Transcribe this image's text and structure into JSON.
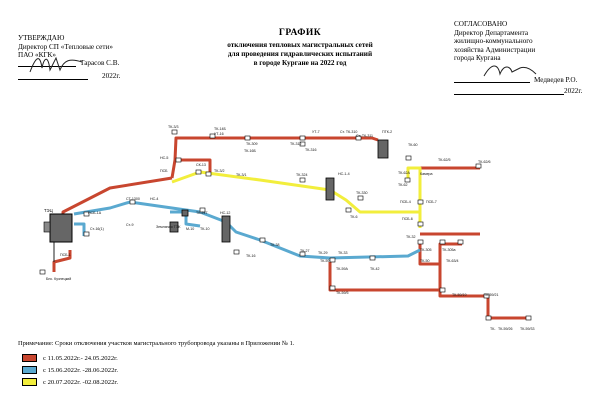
{
  "header_left": {
    "line1": "УТВЕРЖДАЮ",
    "line2": "Директор СП «Тепловые сети»",
    "line3": "ПАО «КГК»",
    "signer": "Тарасов С.В.",
    "year": "2022г."
  },
  "title": {
    "main": "ГРАФИК",
    "sub1": "отключения тепловых магистральных сетей",
    "sub2": "для проведения гидравлических испытаний",
    "sub3": "в городе Кургане на 2022 год"
  },
  "header_right": {
    "line1": "СОГЛАСОВАНО",
    "line2": "Директор Департамента",
    "line3": "жилищно-коммунального",
    "line4": "хозяйства Администрации",
    "line5": "города Кургана",
    "signer": "Медведев Р.О.",
    "year": "2022г."
  },
  "note": "Примечание: Сроки отключения участков магистрального трубопровода указаны в Приложении № 1.",
  "legend": [
    {
      "text": "с 11.05.2022г.- 24.05.2022г.",
      "color": "#c8462f"
    },
    {
      "text": "с 15.06.2022г. -28.06.2022г.",
      "color": "#5aa9d0"
    },
    {
      "text": "с 20.07.2022г. -02.08.2022г.",
      "color": "#f2ee3c"
    }
  ],
  "diagram": {
    "colors": {
      "red": "#c8462f",
      "blue": "#5aa9d0",
      "yellow": "#f2ee3c",
      "black": "#222222"
    },
    "labels": {
      "tec": "ТЭЦ",
      "bns": "Бнс. Кузнецкий",
      "u_tk1": "ТК-14Б",
      "u_ut16": "УТ-16",
      "u_tk309": "ТК-309",
      "u_tk312": "ТК-312",
      "u_ut7": "УТ-7",
      "u_tk316": "ТК-316",
      "u_tk16b": "ТК-16Б",
      "u_ctk": "Ст. ТК-310",
      "u_ctk2": "Ст. ТК-311",
      "u_ut2": "ТК-3/3",
      "u_ptk": "ПТК-2",
      "u_nc": "НС-5",
      "u_ck": "СК-13",
      "u_pcb": "ПСБ",
      "u_tk321": "ТК-3/2",
      "u_tk3": "ТК-3/1",
      "u_tk324": "ТК-324",
      "u_nc14": "НС-1-4",
      "u_tk330": "ТК-330",
      "u_tk6": "ТК-6",
      "u_tk60": "ТК-60",
      "u_vc": "Камера",
      "u_tk601": "ТК-62/5",
      "u_tk602": "ТК-62/6",
      "u_tk62a": "ТК-62А",
      "u_tk623": "ТК-62",
      "u_pcb4": "ПСБ-4",
      "u_pcb7": "ПСБ-7",
      "u_pcb6": "ПСБ-6",
      "u_tk32": "ТК-32",
      "u_pc1a": "ПСБ-1А",
      "u_ct1300": "СТ-1300",
      "u_nc4": "НС-4",
      "u_ct9": "Ст-9",
      "u_tk247": "ТК-247",
      "u_nc12": "НС-12",
      "u_tk70": "Ст-16(1)",
      "u_zem": "Земляная ТЭК",
      "u_m10": "М-10",
      "u_tk10": "ТК-10",
      "u_tk16": "ТК-16",
      "u_tk38": "ТК-38",
      "u_tk27": "ТК-27",
      "u_tk29": "ТК-29",
      "u_tk33": "ТК-33",
      "u_tk59": "ТК-59",
      "u_tk59a": "ТК-59А",
      "u_tk42": "ТК-42",
      "u_tk305": "ТК-305",
      "u_tk305a": "ТК-305а",
      "u_tk634": "ТК-63/4",
      "u_tk50": "ТК-50",
      "u_tk595": "ТК-59/5",
      "u_tk5919": "ТК-59/19",
      "u_tk5921": "ТК-59/21",
      "u_tk5926": "ТК-59/26",
      "u_tk5933": "ТК-59/33",
      "u_pcb1": "ПСБ-1",
      "u_tk": "ТК-"
    }
  }
}
